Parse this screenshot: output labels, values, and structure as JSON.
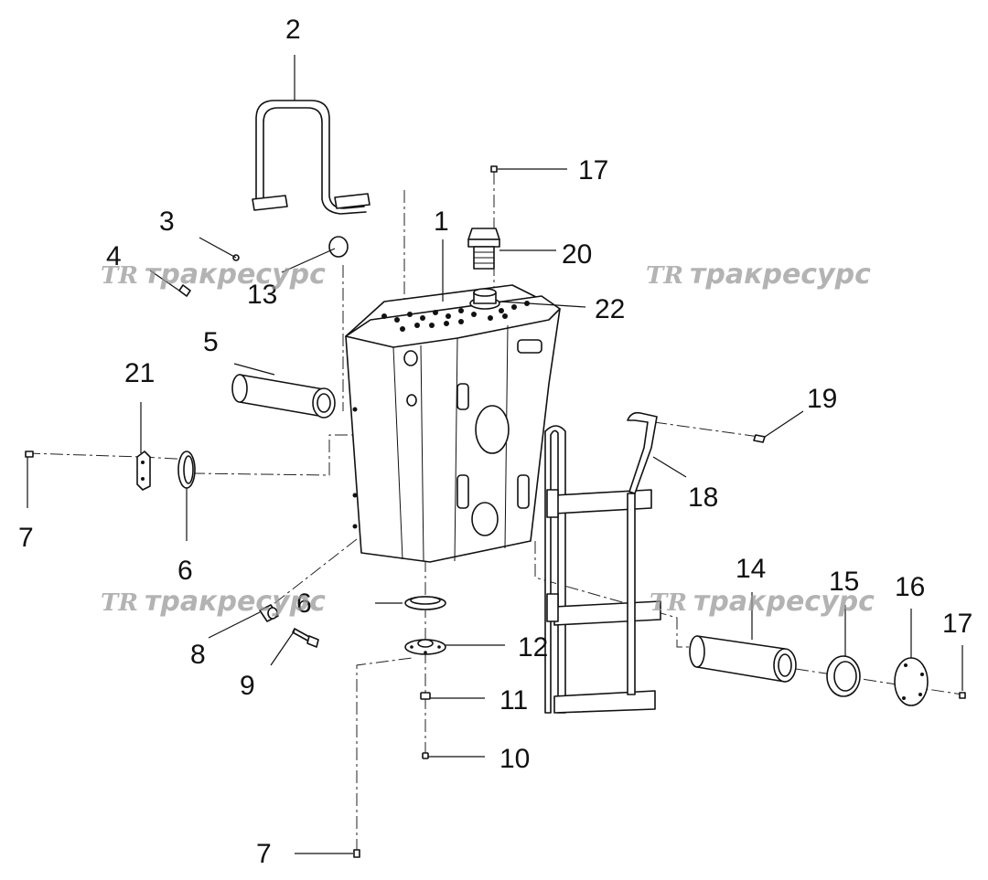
{
  "callouts": {
    "c1": "1",
    "c2": "2",
    "c3": "3",
    "c4": "4",
    "c5": "5",
    "c6a": "6",
    "c6b": "6",
    "c7a": "7",
    "c7b": "7",
    "c8": "8",
    "c9": "9",
    "c10": "10",
    "c11": "11",
    "c12": "12",
    "c13": "13",
    "c14": "14",
    "c15": "15",
    "c16": "16",
    "c17a": "17",
    "c17b": "17",
    "c18": "18",
    "c19": "19",
    "c20": "20",
    "c21": "21",
    "c22": "22"
  },
  "watermark": {
    "logo": "TR",
    "text": "тракресурс"
  },
  "colors": {
    "line": "#111111",
    "watermark": "#9a9a9a",
    "background": "#ffffff"
  }
}
